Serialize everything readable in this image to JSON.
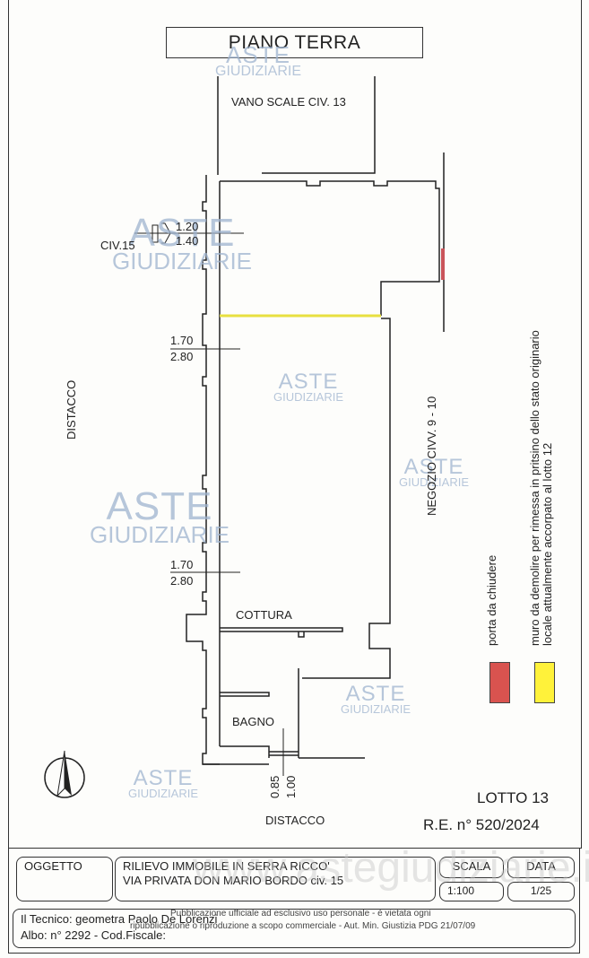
{
  "drawing": {
    "title": "PIANO TERRA",
    "labels": {
      "stair": "VANO SCALE CIV. 13",
      "civ15": "CIV.15",
      "distacco_left": "DISTACCO",
      "negozio": "NEGOZIO CIVV. 9 - 10",
      "cottura": "COTTURA",
      "bagno": "BAGNO",
      "distacco_bottom": "DISTACCO"
    },
    "dimensions": {
      "door_civ15": [
        "1.20",
        "1.40"
      ],
      "window_1": [
        "1.70",
        "2.80"
      ],
      "window_2": [
        "1.70",
        "2.80"
      ],
      "door_bagno": [
        "0.85",
        "1.00"
      ]
    },
    "legend": [
      {
        "label": "porta da chiudere",
        "color": "#d9534f"
      },
      {
        "label": "muro da demolire per rimessa in pritsino dello stato originario",
        "label2": "locale attualmente accorpato al lotto 12",
        "color": "#fff23a"
      }
    ],
    "lotto": "LOTTO 13",
    "re_number": "R.E. n° 520/2024",
    "watermark": {
      "line1": "ASTE",
      "line2": "GIUDIZIARIE",
      "url": "www.astegiudiziarie.it"
    },
    "compass_icon": "north-arrow"
  },
  "title_block": {
    "oggetto_label": "OGGETTO",
    "oggetto_line1": "RILIEVO IMMOBILE IN SERRA RICCO'",
    "oggetto_line2": "VIA PRIVATA DON MARIO BORDO civ. 15",
    "scala_label": "SCALA",
    "scala_value": "1:100",
    "data_label": "DATA",
    "data_value": "1/25",
    "tecnico": "Il Tecnico: geometra Paolo De Lorenzi",
    "albo": "Albo: n° 2292 - Cod.Fiscale:",
    "notice_line1": "Pubblicazione ufficiale ad esclusivo uso personale - è vietata ogni",
    "notice_line2": "ripubblicazione o riproduzione a scopo commerciale - Aut. Min. Giustizia PDG 21/07/09"
  }
}
